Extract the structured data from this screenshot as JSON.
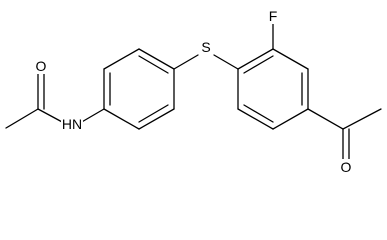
{
  "atoms": {
    "oxygen_amide": "O",
    "nitrogen": "HN",
    "sulfur": "S",
    "fluorine": "F",
    "oxygen_ketone": "O"
  },
  "colors": {
    "bond": "#000000",
    "background": "#ffffff"
  }
}
